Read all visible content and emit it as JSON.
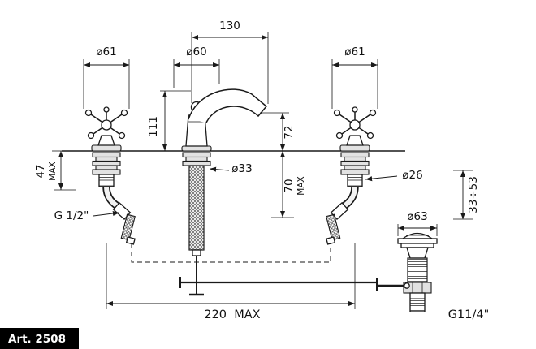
{
  "product": {
    "art": "Art. 2508"
  },
  "labels": {
    "reach_130": "130",
    "handle_left_dia": "ø61",
    "spout_base_dia": "ø60",
    "handle_right_dia": "ø61",
    "spout_height_111": "111",
    "outlet_height_72": "72",
    "deck_max_47": "47",
    "deck_max_word": "MAX",
    "hole_dia_33": "ø33",
    "under_depth_70": "70",
    "under_depth_word": "MAX",
    "hole_dia_26": "ø26",
    "inlet_thread": "G 1/2\"",
    "drain_flange_dia": "ø63",
    "drain_range": "33÷53",
    "centers_220": "220  MAX",
    "drain_thread": "G11/4\""
  },
  "colors": {
    "line": "#1a1a1a",
    "background": "#ffffff",
    "badge_bg": "#000000",
    "badge_text": "#ffffff"
  }
}
